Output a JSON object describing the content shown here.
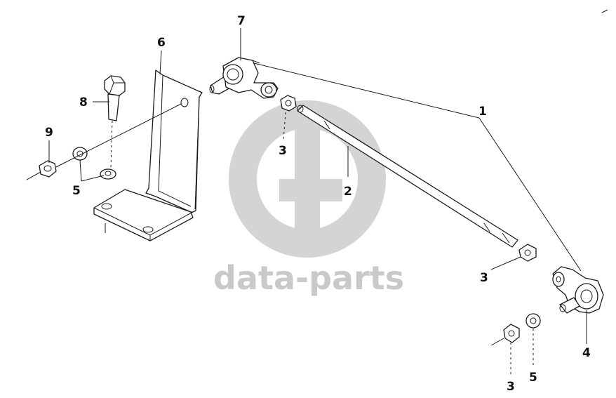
{
  "watermark": {
    "text": "data-parts",
    "color": "#c9c9c9"
  },
  "callouts": {
    "c1": "1",
    "c2": "2",
    "c3_top": "3",
    "c3_mid": "3",
    "c3_bottom": "3",
    "c4": "4",
    "c5_left": "5",
    "c5_bottom": "5",
    "c6": "6",
    "c7": "7",
    "c8": "8",
    "c9": "9"
  },
  "colors": {
    "line": "#1a1a1a",
    "background": "#ffffff"
  }
}
